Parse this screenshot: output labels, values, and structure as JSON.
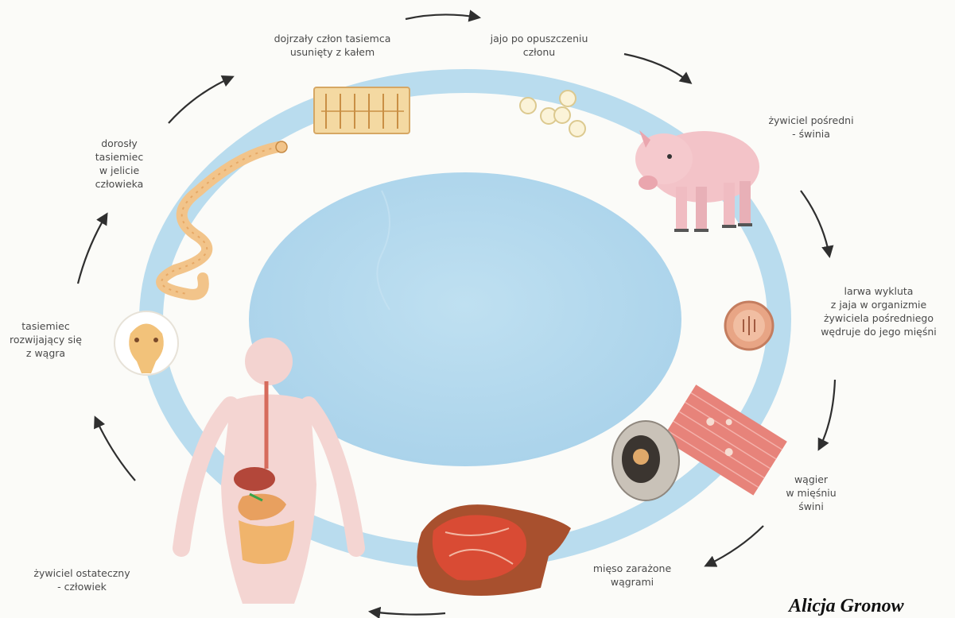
{
  "labels": {
    "segment": "dojrzały człon tasiemca\nusunięty z kałem",
    "egg": "jajo po opuszczeniu\nczłonu",
    "intermediate_host": "żywiciel pośredni\n- świnia",
    "larva": "larwa wykluta\nz jaja w organizmie\nżywiciela pośredniego\nwędruje do jego mięśni",
    "cysticercus": "wągier\nw mięśniu\nświni",
    "infected_meat": "mięso zarażone\nwągrami",
    "definitive_host": "żywiciel ostateczny\n- człowiek",
    "developing": "tasiemiec\nrozwijający się\nz wągra",
    "adult": "dorosły\ntasiemiec\nw jelicie\nczłowieka"
  },
  "signature": "Alicja Gronow",
  "colors": {
    "ring": "#b9dcee",
    "center": "#b3d8ec",
    "arrow": "#2f2f2f"
  }
}
